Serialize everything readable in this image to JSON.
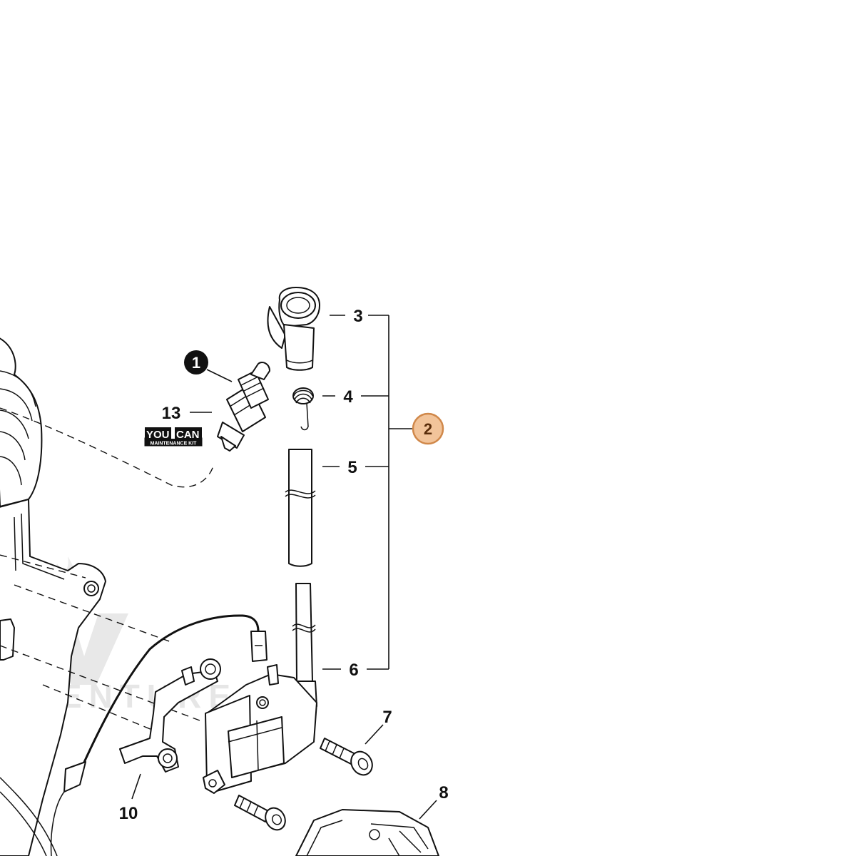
{
  "diagram": {
    "callouts": [
      {
        "id": "1",
        "label": "1",
        "style": "filled-black"
      },
      {
        "id": "2",
        "label": "2",
        "style": "highlighted"
      },
      {
        "id": "3",
        "label": "3"
      },
      {
        "id": "4",
        "label": "4"
      },
      {
        "id": "5",
        "label": "5"
      },
      {
        "id": "6",
        "label": "6"
      },
      {
        "id": "7",
        "label": "7"
      },
      {
        "id": "8",
        "label": "8"
      },
      {
        "id": "10",
        "label": "10"
      },
      {
        "id": "13",
        "label": "13"
      }
    ],
    "logo": {
      "line1_left": "YOU",
      "line1_right": "CAN",
      "line2": "MAINTENANCE KIT"
    },
    "watermark": {
      "text": "DVENTURE"
    },
    "colors": {
      "line": "#111111",
      "highlight_fill": "#f2c49a",
      "highlight_stroke": "#d0884a",
      "highlight_text": "#5a2d0a",
      "watermark": "#e6e6e6"
    }
  }
}
